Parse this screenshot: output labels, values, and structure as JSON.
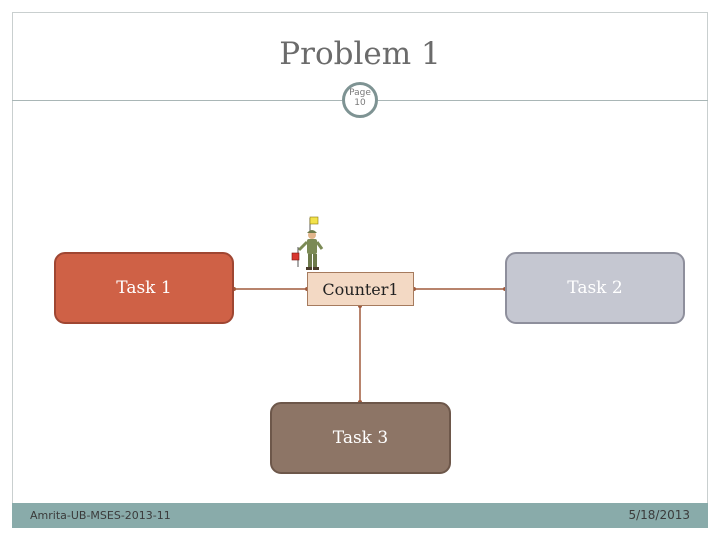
{
  "slide": {
    "title": "Problem 1",
    "page_label": "Page",
    "page_number": "10"
  },
  "diagram": {
    "nodes": {
      "task1": "Task 1",
      "counter": "Counter1",
      "task2": "Task 2",
      "task3": "Task 3"
    },
    "colors": {
      "task1": "#cf6146",
      "task2": "#c5c7d1",
      "task3": "#8d7566",
      "counter": "#f3d9c4",
      "connector": "#a05a3c"
    },
    "icons": [
      "flag-guard-icon"
    ]
  },
  "footer": {
    "left": "Amrita-UB-MSES-2013-11",
    "right": "5/18/2013",
    "color": "#89abaa"
  }
}
